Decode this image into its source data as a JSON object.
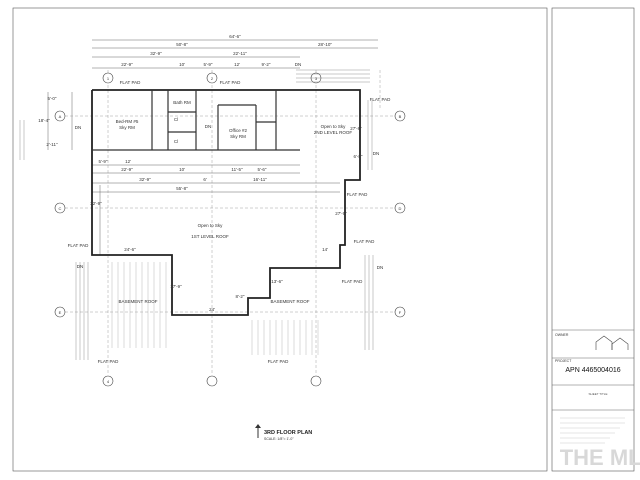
{
  "sheet": {
    "title": "3RD FLOOR PLAN",
    "scale": "SCALE: 1/8\"= 1'-0\""
  },
  "title_block": {
    "owner_heading": "OWNER",
    "project_heading": "PROJECT",
    "apn": "APN 4465004016",
    "sheet_title_small": "SHEET TITLE",
    "mls_watermark": "THE MLS"
  },
  "dimensions": {
    "overall": "64'-6\"",
    "left_block": "50'-8\"",
    "right_block": "28'-10\"",
    "top_a": "32'-9\"",
    "top_b": "22'-11\"",
    "top_c1": "22'-9\"",
    "top_c2": "10'",
    "top_c3": "5'-9\"",
    "top_c4": "12'",
    "top_c5": "9'-2\"",
    "mid_row1_a": "5'-9\"",
    "mid_row1_b": "12'",
    "mid_row2_a": "22'-9\"",
    "mid_row2_b": "10'",
    "mid_row2_c": "11'-5\"",
    "mid_row2_d": "5'-6\"",
    "mid_row3_a": "32'-9\"",
    "mid_row3_b": "6'",
    "mid_row3_c": "16'-11\"",
    "mid_row4": "55'-8\"",
    "left_vert_a": "18'-4\"",
    "left_vert_b": "5'-0\"",
    "left_vert_c": "2'-11\"",
    "right_vert_a": "27'-8\"",
    "right_vert_b": "6'-8\"",
    "right_vert_c": "27'-9\"",
    "lower_a": "24'-6\"",
    "lower_b": "14'",
    "lower_c": "17'-9\"",
    "lower_d": "24'",
    "lower_e": "13'-6\"",
    "lower_f": "8'-2\"",
    "west_vert": "32'-9\""
  },
  "rooms": {
    "bedroom": "Bed-RM #5",
    "bedroom_note": "Sky RM",
    "bath": "Bath RM",
    "closet_a": "Cl",
    "closet_b": "Cl",
    "office": "Office #2",
    "office_note": "Sky RM",
    "open_to_sky_2nd": "Open to Sky",
    "second_level_roof": "2ND LEVEL ROOF",
    "open_to_sky_1st": "Open to Sky",
    "first_level_roof": "1ST LEVEL ROOF",
    "basement_roof_left": "BASEMENT ROOF",
    "basement_roof_right": "BASEMENT ROOF"
  },
  "labels": {
    "flat_pad": "FLAT PAD",
    "dn": "DN"
  },
  "grid_markers": [
    "1",
    "2",
    "3",
    "4",
    "A",
    "B",
    "C",
    "D",
    "E",
    "F"
  ]
}
